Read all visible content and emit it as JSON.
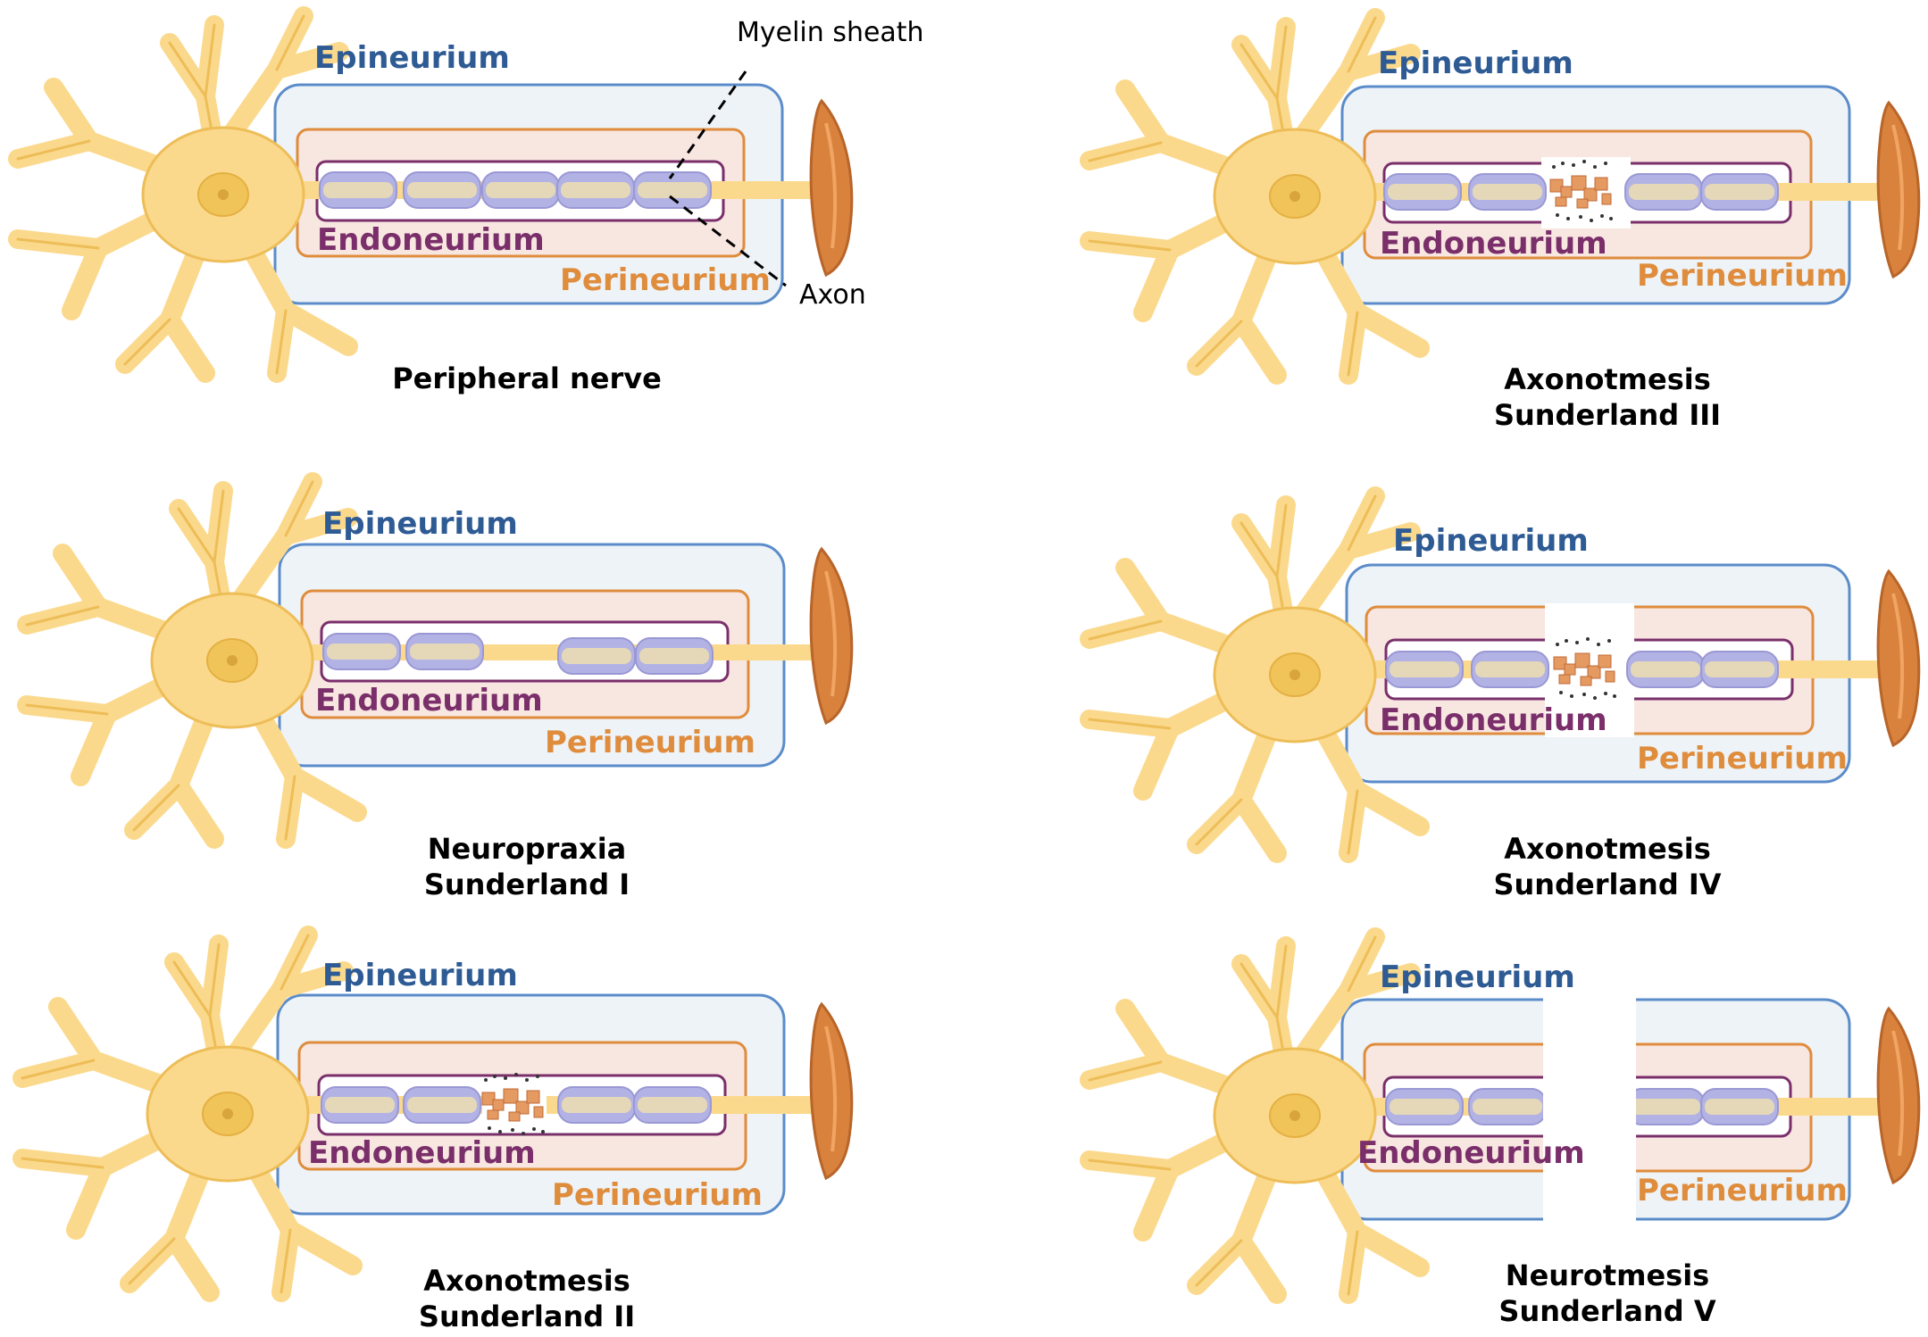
{
  "colors": {
    "epineurium": "#2e5b94",
    "endoneurium": "#7a2f6a",
    "perineurium": "#df8c3c",
    "neuron_fill": "#fbd98c",
    "neuron_stroke": "#edbd58",
    "myelin": "#b3b2e4",
    "muscle": "#d9823d",
    "debris": "#e59a62"
  },
  "annotations": {
    "myelin_sheath": "Myelin sheath",
    "axon": "Axon"
  },
  "panels": [
    {
      "epineurium": "Epineurium",
      "endoneurium": "Endoneurium",
      "perineurium": "Perineurium",
      "caption_line1": "Peripheral nerve",
      "caption_line2": "",
      "injury": "none"
    },
    {
      "epineurium": "Epineurium",
      "endoneurium": "Endoneurium",
      "perineurium": "Perineurium",
      "caption_line1": "Axonotmesis",
      "caption_line2": "Sunderland III",
      "injury": "endoneurium_and_axon"
    },
    {
      "epineurium": "Epineurium",
      "endoneurium": "Endoneurium",
      "perineurium": "Perineurium",
      "caption_line1": "Neuropraxia",
      "caption_line2": "Sunderland I",
      "injury": "demyelination"
    },
    {
      "epineurium": "Epineurium",
      "endoneurium": "Endoneurium",
      "perineurium": "Perineurium",
      "caption_line1": "Axonotmesis",
      "caption_line2": "Sunderland IV",
      "injury": "perineurium_endoneurium_and_axon"
    },
    {
      "epineurium": "Epineurium",
      "endoneurium": "Endoneurium",
      "perineurium": "Perineurium",
      "caption_line1": "Axonotmesis",
      "caption_line2": "Sunderland II",
      "injury": "axon"
    },
    {
      "epineurium": "Epineurium",
      "endoneurium": "Endoneurium",
      "perineurium": "Perineurium",
      "caption_line1": "Neurotmesis",
      "caption_line2": "Sunderland V",
      "injury": "complete_transection"
    }
  ]
}
